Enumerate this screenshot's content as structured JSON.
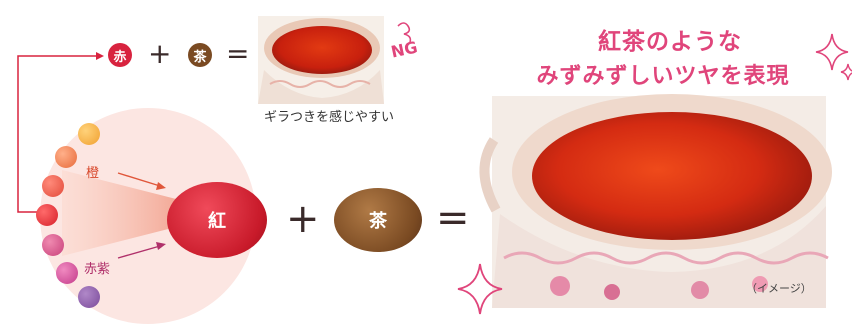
{
  "top_equation": {
    "badge_red": "赤",
    "badge_brown": "茶",
    "plus": "+",
    "equals": "=",
    "ng_label": "NG",
    "caption": "ギラつきを感じやすい"
  },
  "main_equation": {
    "palette_label_orange": "橙",
    "palette_label_magenta": "赤紫",
    "big_red": "紅",
    "big_brown": "茶",
    "plus": "+",
    "equals": "="
  },
  "headline": {
    "line1": "紅茶のような",
    "line2": "みずみずしいツヤを表現"
  },
  "image_note": "（イメージ）",
  "colors": {
    "accent_pink": "#e0457b",
    "red": "#d8233f",
    "brown": "#7a4a22",
    "pale_bg": "#fde9e4"
  }
}
